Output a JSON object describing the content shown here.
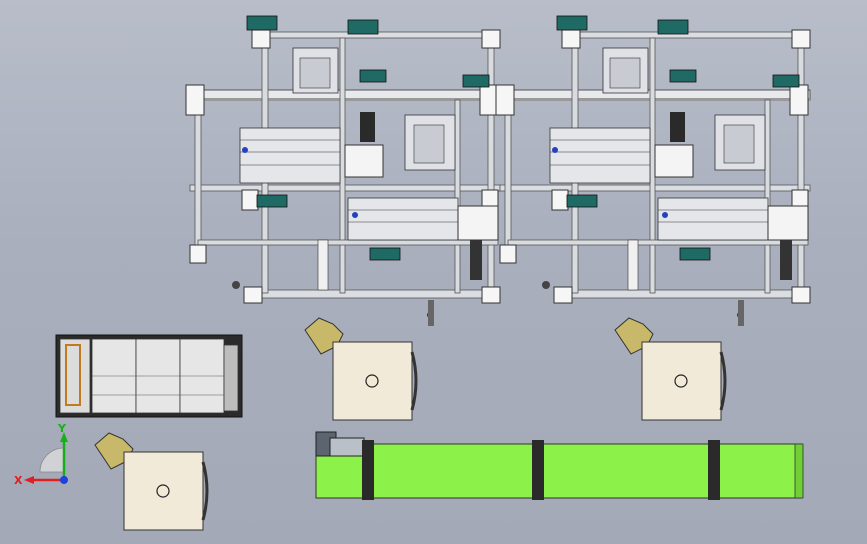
{
  "view": {
    "background_top": "#b8bdc9",
    "background_bottom": "#a3a9b7"
  },
  "triad": {
    "x_label": "X",
    "y_label": "Y",
    "x_color": "#e02020",
    "y_color": "#18b018",
    "z_color": "#2040e0"
  },
  "model": {
    "assemblies": [
      {
        "name": "machine-frame-left",
        "kind": "frame"
      },
      {
        "name": "machine-frame-right",
        "kind": "frame"
      },
      {
        "name": "control-cabinet",
        "kind": "cabinet"
      },
      {
        "name": "turntable-left",
        "kind": "rotary-table"
      },
      {
        "name": "turntable-middle",
        "kind": "rotary-table"
      },
      {
        "name": "turntable-right",
        "kind": "rotary-table"
      },
      {
        "name": "belt-conveyor",
        "kind": "conveyor"
      }
    ],
    "colors": {
      "frame_plate": "#f4f4f4",
      "steel": "#8c8f96",
      "motor_teal": "#1f6a64",
      "table_fill": "#f2ead8",
      "conveyor_green": "#8cf24a",
      "dark": "#222222"
    }
  }
}
